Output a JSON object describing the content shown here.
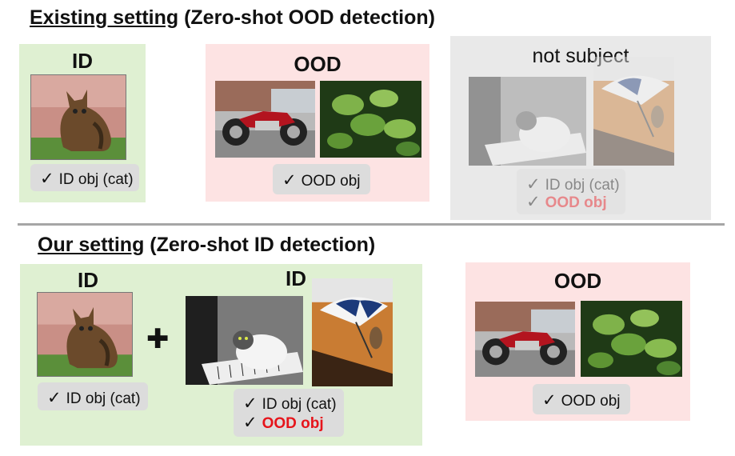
{
  "titles": {
    "existing_underlined": "Existing setting",
    "existing_rest": " (Zero-shot OOD detection)",
    "ours_underlined": "Our setting",
    "ours_rest": " (Zero-shot ID detection)"
  },
  "existing": {
    "id_panel": {
      "label": "ID",
      "tag": "ID obj (cat)"
    },
    "ood_panel": {
      "label": "OOD",
      "tag": "OOD obj"
    },
    "not_subject_panel": {
      "label": "not subject",
      "tag_line1": "ID obj (cat)",
      "tag_line2": "OOD obj"
    }
  },
  "ours": {
    "id_panel": {
      "label_left": "ID",
      "label_right": "ID",
      "plus_symbol": "✚",
      "tag_left": "ID obj (cat)",
      "tag_right_line1": "ID obj (cat)",
      "tag_right_line2": "OOD obj"
    },
    "ood_panel": {
      "label": "OOD",
      "tag": "OOD obj"
    }
  },
  "check_symbol": "✓",
  "colors": {
    "green_panel": "#dff0d2",
    "pink_panel": "#fde3e3",
    "grey_panel": "#e9e9e9",
    "tag_bg": "#dcdcdc",
    "ood_red": "#e6141b"
  }
}
